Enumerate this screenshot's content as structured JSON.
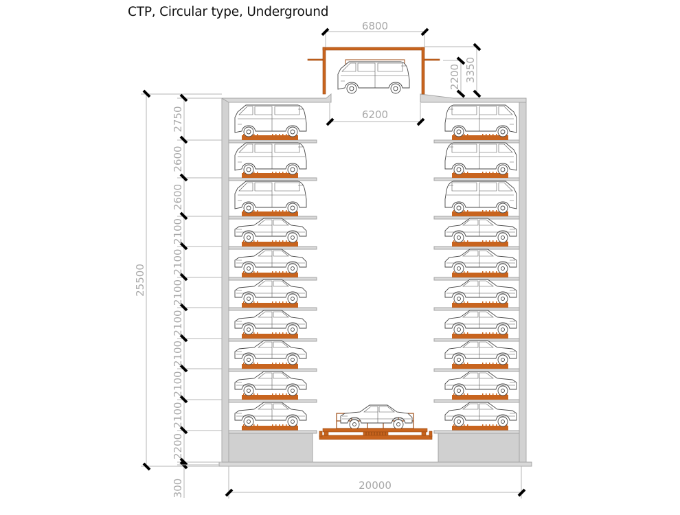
{
  "title": "CTP, Circular type, Underground",
  "drawing": {
    "type": "section elevation",
    "units": "mm",
    "accent_color": "#c8641e",
    "structure_color": "#d2d2d2",
    "dimension_color": "#a8a8a8",
    "entrance": {
      "width_label": "6800",
      "opening_width_label": "6200",
      "clear_height_label": "2200",
      "total_height_label": "3350",
      "vehicle": "van"
    },
    "overall": {
      "depth_label": "25500",
      "width_label": "20000",
      "foundation_label": "300"
    },
    "levels": [
      {
        "height": "2750",
        "vehicle": "van"
      },
      {
        "height": "2600",
        "vehicle": "van"
      },
      {
        "height": "2600",
        "vehicle": "van"
      },
      {
        "height": "2100",
        "vehicle": "sedan"
      },
      {
        "height": "2100",
        "vehicle": "sedan"
      },
      {
        "height": "2100",
        "vehicle": "sedan"
      },
      {
        "height": "2100",
        "vehicle": "sedan"
      },
      {
        "height": "2100",
        "vehicle": "sedan"
      },
      {
        "height": "2100",
        "vehicle": "sedan"
      },
      {
        "height": "2100",
        "vehicle": "sedan"
      },
      {
        "height": "2200",
        "vehicle": "pit"
      }
    ],
    "parking_sides": [
      "left",
      "right"
    ],
    "turntable_vehicle": "sedan"
  }
}
